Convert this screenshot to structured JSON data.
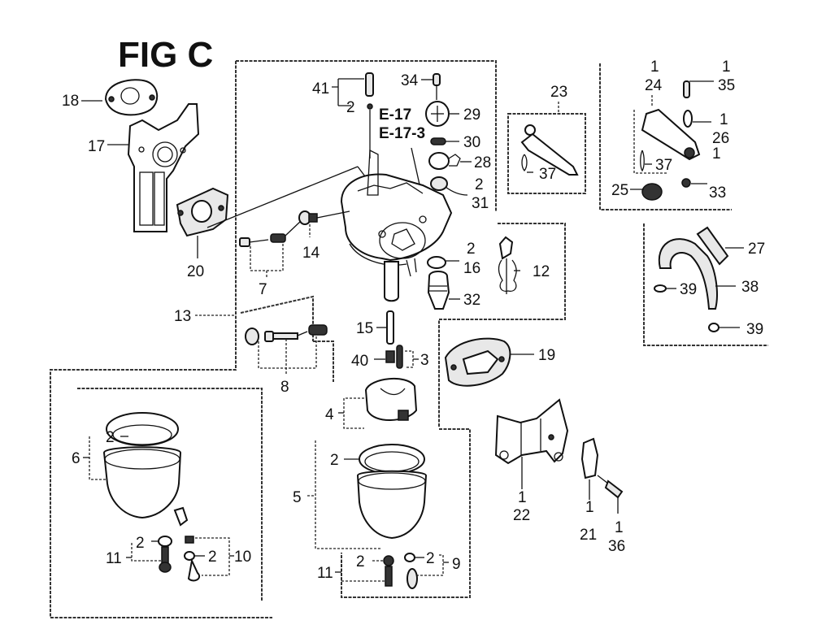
{
  "title": "FIG C",
  "refs": {
    "ref1": "E-17",
    "ref2": "E-17-3"
  },
  "labels": {
    "p18": "18",
    "p17": "17",
    "p20": "20",
    "p41": "41",
    "p41q": "2",
    "p34": "34",
    "p29": "29",
    "p30": "30",
    "p28": "28",
    "p31q": "2",
    "p31": "31",
    "p23": "23",
    "p37a": "37",
    "p24q": "1",
    "p24": "24",
    "p35q": "1",
    "p35": "35",
    "p26q": "1",
    "p26": "26",
    "p37b": "37",
    "p25": "25",
    "p33q": "1",
    "p33": "33",
    "p7": "7",
    "p14": "14",
    "p13": "13",
    "p8": "8",
    "p16q": "2",
    "p16": "16",
    "p12": "12",
    "p32": "32",
    "p15": "15",
    "p40": "40",
    "p3": "3",
    "p19": "19",
    "p27": "27",
    "p38": "38",
    "p39a": "39",
    "p39b": "39",
    "p4": "4",
    "p5": "5",
    "p5q": "2",
    "p11bq": "2",
    "p11b": "11",
    "p9q": "2",
    "p9": "9",
    "p6": "6",
    "p6q": "2",
    "p11aq": "2",
    "p11a": "11",
    "p10q": "2",
    "p10": "10",
    "p22q": "1",
    "p22": "22",
    "p21q": "1",
    "p21": "21",
    "p36q": "1",
    "p36": "36"
  }
}
